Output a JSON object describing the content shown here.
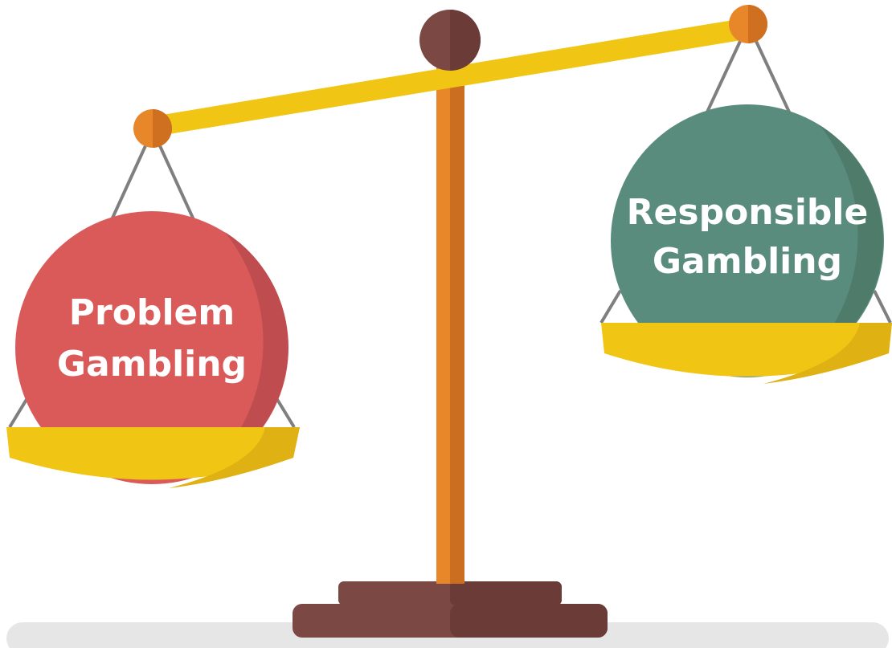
{
  "left_weight": {
    "lines": [
      "Problem",
      "Gambling"
    ],
    "color": "#DA5A5A",
    "shade_color": "#BF4C4F"
  },
  "right_weight": {
    "lines": [
      "Responsible",
      "Gambling"
    ],
    "color": "#5A8C7D",
    "shade_color": "#4F7B6B"
  },
  "palette": {
    "beam": "#F0C514",
    "pan": "#F0C514",
    "pan_shade": "#DFB112",
    "pivot": "#E8862A",
    "pivot_shade": "#CF6F20",
    "post": "#E8862A",
    "post_shade": "#CC6E20",
    "base": "#7B4843",
    "base_shade": "#6A3B37",
    "knob": "#7B4843",
    "knob_shade": "#6A3B37",
    "strings": "#7F7F7F",
    "floor": "#E6E6E6"
  }
}
